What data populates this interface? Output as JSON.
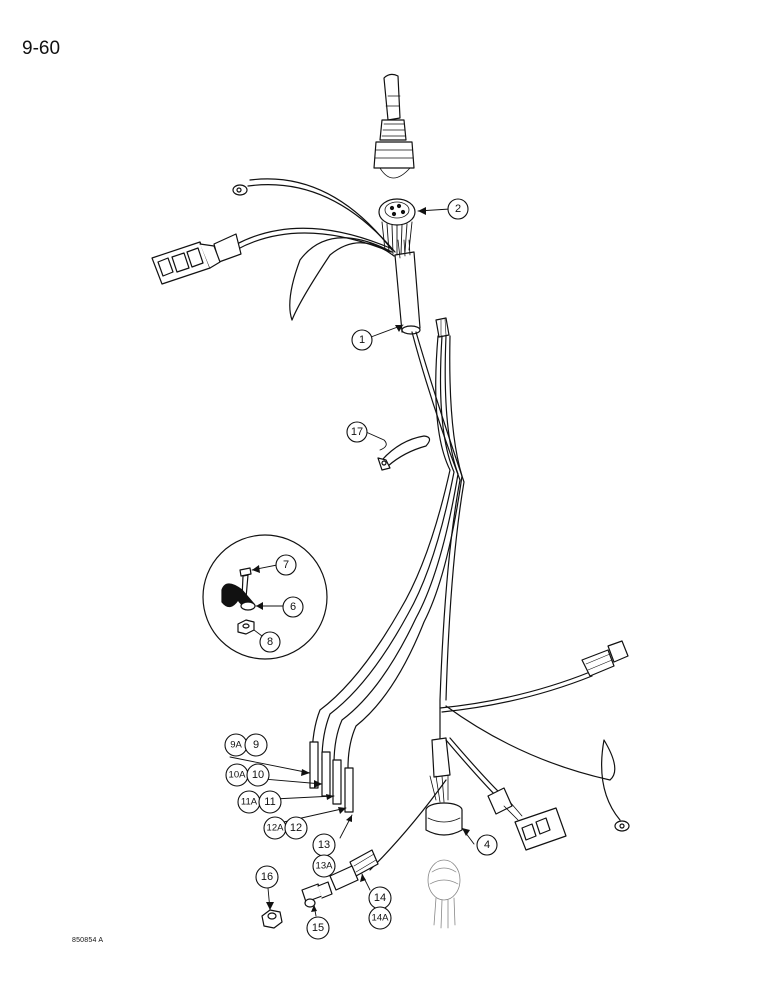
{
  "page": {
    "number": "9-60",
    "figure_code": "850854 A"
  },
  "callouts": {
    "c1": "1",
    "c2": "2",
    "c4": "4",
    "c6": "6",
    "c7": "7",
    "c8": "8",
    "c9a": "9A",
    "c9": "9",
    "c10a": "10A",
    "c10": "10",
    "c11a": "11A",
    "c11": "11",
    "c12a": "12A",
    "c12": "12",
    "c13": "13",
    "c13a": "13A",
    "c14": "14",
    "c14a": "14A",
    "c15": "15",
    "c16": "16",
    "c17": "17"
  }
}
